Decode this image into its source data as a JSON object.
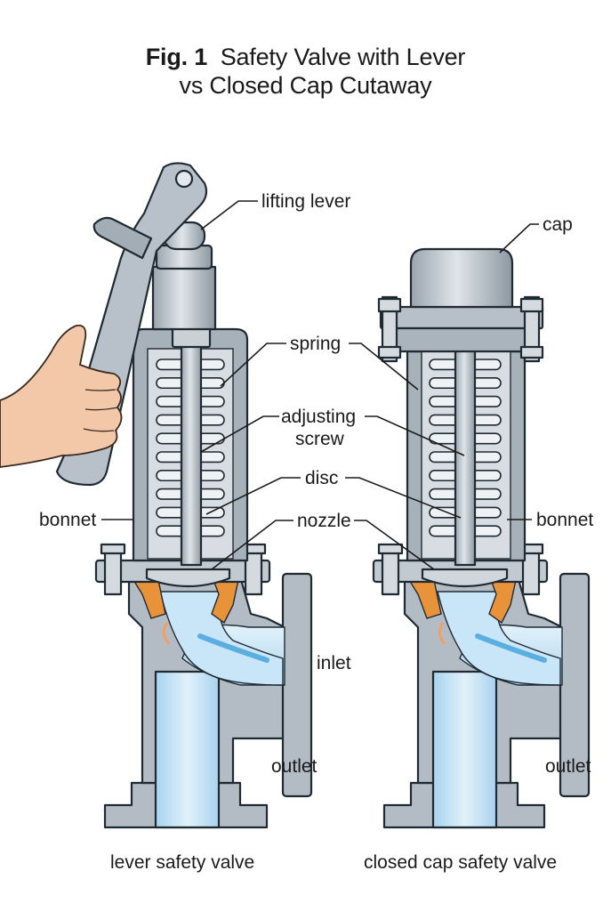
{
  "figure": {
    "number": "Fig. 1",
    "title_line1": "Safety Valve with Lever",
    "title_line2": "vs Closed Cap Cutaway"
  },
  "labels": {
    "lifting_lever": "lifting lever",
    "cap": "cap",
    "spring": "spring",
    "adjusting_screw_line1": "adjusting",
    "adjusting_screw_line2": "screw",
    "disc": "disc",
    "nozzle": "nozzle",
    "bonnet_left": "bonnet",
    "bonnet_right": "bonnet",
    "inlet": "inlet",
    "outlet_left": "outlet",
    "outlet_right": "outlet"
  },
  "captions": {
    "left": "lever safety valve",
    "right": "closed cap safety valve"
  },
  "colors": {
    "body_gray": "#aeb8c0",
    "body_dark": "#7f8a93",
    "outline": "#1f2a33",
    "flow_blue": "#bfe0f4",
    "flow_deep": "#5aaee0",
    "seat_orange": "#e8933a",
    "skin": "#f2c8a8"
  }
}
